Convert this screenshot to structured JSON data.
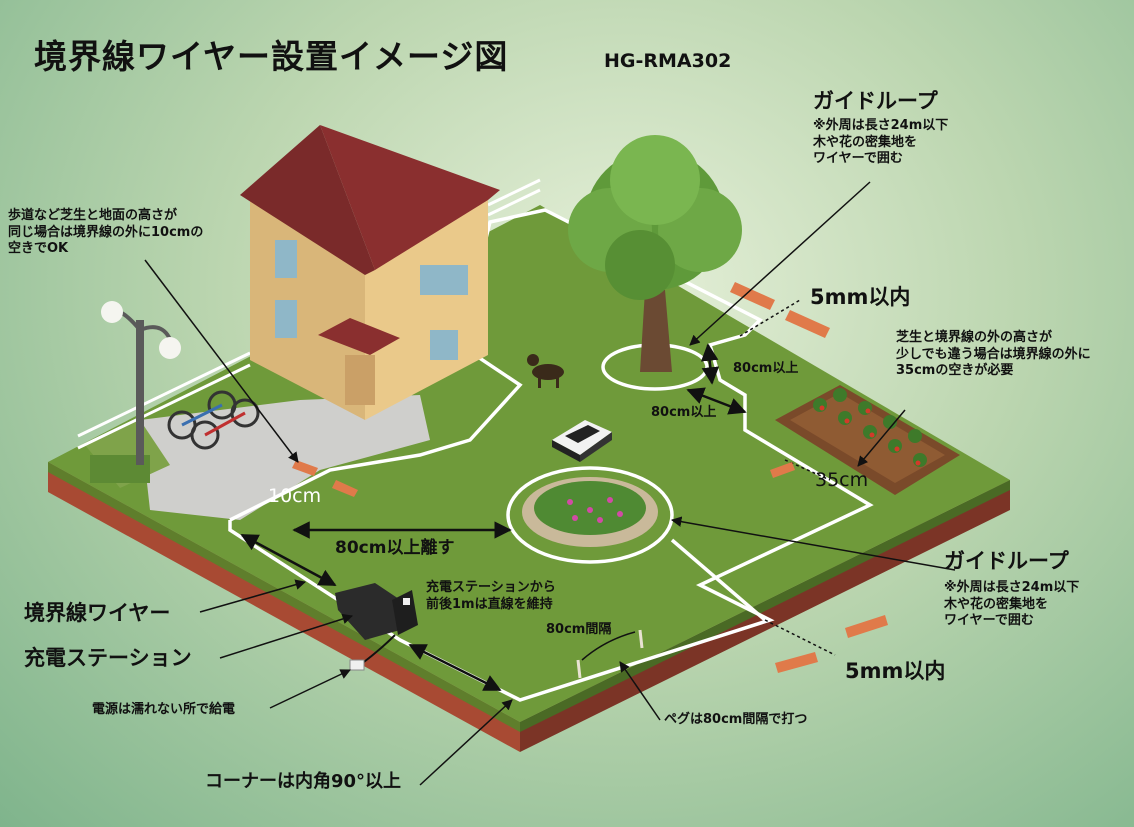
{
  "header": {
    "title": "境界線ワイヤー設置イメージ図",
    "model": "HG-RMA302"
  },
  "callouts": {
    "guide_loop_top": {
      "title": "ガイドループ",
      "note": "※外周は長さ24m以下\n木や花の密集地を\nワイヤーで囲む"
    },
    "guide_loop_right": {
      "title": "ガイドループ",
      "note": "※外周は長さ24m以下\n木や花の密集地を\nワイヤーで囲む"
    },
    "sidewalk_note": "歩道など芝生と地面の高さが\n同じ場合は境界線の外に10cmの\n空きでOK",
    "height_diff_note": "芝生と境界線の外の高さが\n少しでも違う場合は境界線の外に\n35cmの空きが必要",
    "gap_5mm_top": "5mm以内",
    "gap_5mm_bottom": "5mm以内",
    "tree_80cm_a": "80cm以上",
    "tree_80cm_b": "80cm以上",
    "gap_10cm": "10cm",
    "gap_35cm": "35cm",
    "keep_80cm": "80cm以上離す",
    "station_straight": "充電ステーションから\n前後1mは直線を維持",
    "peg_interval": "80cm間隔",
    "boundary_wire": "境界線ワイヤー",
    "charging_station": "充電ステーション",
    "power_note": "電源は濡れない所で給電",
    "peg_note": "ペグは80cm間隔で打つ",
    "corner_note": "コーナーは内角90°以上"
  },
  "colors": {
    "lawn": "#6f9a3a",
    "lawn_edge": "#5a8330",
    "soil": "#b4553a",
    "wire": "#ffffff",
    "arrow_orange": "#e07a4a",
    "roof": "#8a2f2f",
    "wall": "#eac98a"
  },
  "icons": [
    "street-lamp-icon",
    "bicycle-icon",
    "dog-icon",
    "robot-mower-icon",
    "charging-station-icon",
    "plug-icon",
    "peg-icon",
    "tree-icon"
  ]
}
